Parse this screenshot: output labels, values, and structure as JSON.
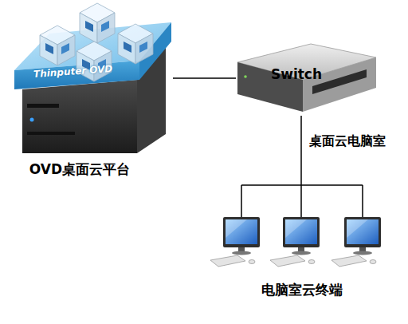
{
  "diagram": {
    "nodes": [
      {
        "text": [
          "Thinputer OVD",
          "OVD桌面云平台"
        ]
      },
      {
        "text": [
          "Switch"
        ]
      },
      {
        "text": [
          "电脑室云终端"
        ]
      }
    ],
    "edges": [
      {
        "from": 0,
        "to": 1,
        "arrow": "none"
      },
      {
        "from": 1,
        "to": 2,
        "arrow": "none",
        "label": "桌面云电脑室"
      }
    ]
  }
}
